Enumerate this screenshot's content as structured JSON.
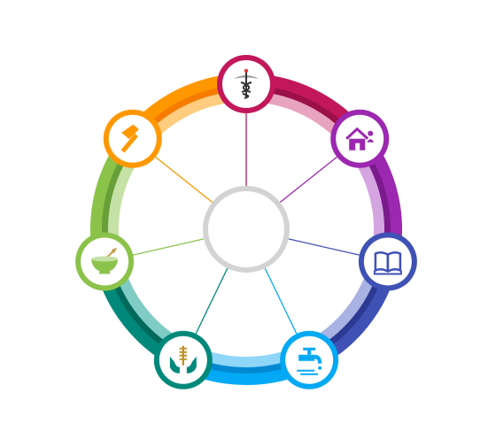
{
  "diagram": {
    "hub": {
      "ring_color": "#d3d3d3"
    },
    "nodes": [
      {
        "id": "health",
        "icon": "caduceus-icon",
        "color": "#c2185b",
        "light": "#e8a3bf",
        "dark": "#9c0f48"
      },
      {
        "id": "housing",
        "icon": "house-family-icon",
        "color": "#9c27b0",
        "light": "#d4a5e0",
        "dark": "#7b1a8d"
      },
      {
        "id": "education",
        "icon": "open-book-icon",
        "color": "#3f51b5",
        "light": "#a8b2e3",
        "dark": "#2c3a94"
      },
      {
        "id": "water",
        "icon": "water-tap-icon",
        "color": "#03a9f4",
        "light": "#8fd6f8",
        "dark": "#0288d1"
      },
      {
        "id": "agriculture",
        "icon": "hands-wheat-icon",
        "color": "#00897b",
        "light": "#80cbc4",
        "dark": "#00695c"
      },
      {
        "id": "food",
        "icon": "food-bowl-icon",
        "color": "#8bc34a",
        "light": "#c5e1a5",
        "dark": "#689f38"
      },
      {
        "id": "employment",
        "icon": "hammer-icon",
        "color": "#ff9800",
        "light": "#ffcc80",
        "dark": "#f57c00"
      }
    ]
  }
}
